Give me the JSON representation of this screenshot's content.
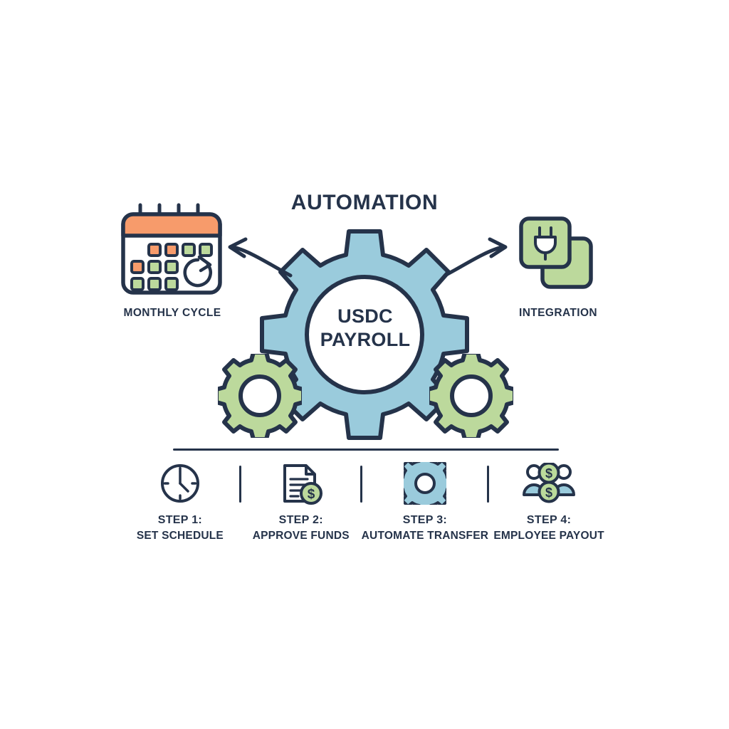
{
  "title": "AUTOMATION",
  "center": {
    "icon": "large-gear-icon",
    "line1": "USDC",
    "line2": "PAYROLL"
  },
  "left_branch": {
    "icon": "calendar-refresh-icon",
    "label": "MONTHLY CYCLE",
    "arrow": "curved-arrow-left-icon"
  },
  "right_branch": {
    "icon": "integration-plug-icon",
    "label": "INTEGRATION",
    "arrow": "curved-arrow-right-icon"
  },
  "accent_gears": [
    {
      "name": "small-gear-left",
      "color": "#BCD99C"
    },
    {
      "name": "small-gear-right",
      "color": "#BCD99C"
    }
  ],
  "steps": [
    {
      "icon": "clock-icon",
      "title": "STEP 1:",
      "sub": "SET SCHEDULE"
    },
    {
      "icon": "document-coin-icon",
      "title": "STEP 2:",
      "sub": "APPROVE FUNDS"
    },
    {
      "icon": "gear-icon",
      "title": "STEP 3:",
      "sub": "AUTOMATE TRANSFER"
    },
    {
      "icon": "people-coins-icon",
      "title": "STEP 4:",
      "sub": "EMPLOYEE PAYOUT"
    }
  ],
  "colors": {
    "ink": "#25334a",
    "blue": "#9ACBDC",
    "green": "#BCD99C",
    "orange": "#F79B6B",
    "background": "#FFFFFF"
  }
}
